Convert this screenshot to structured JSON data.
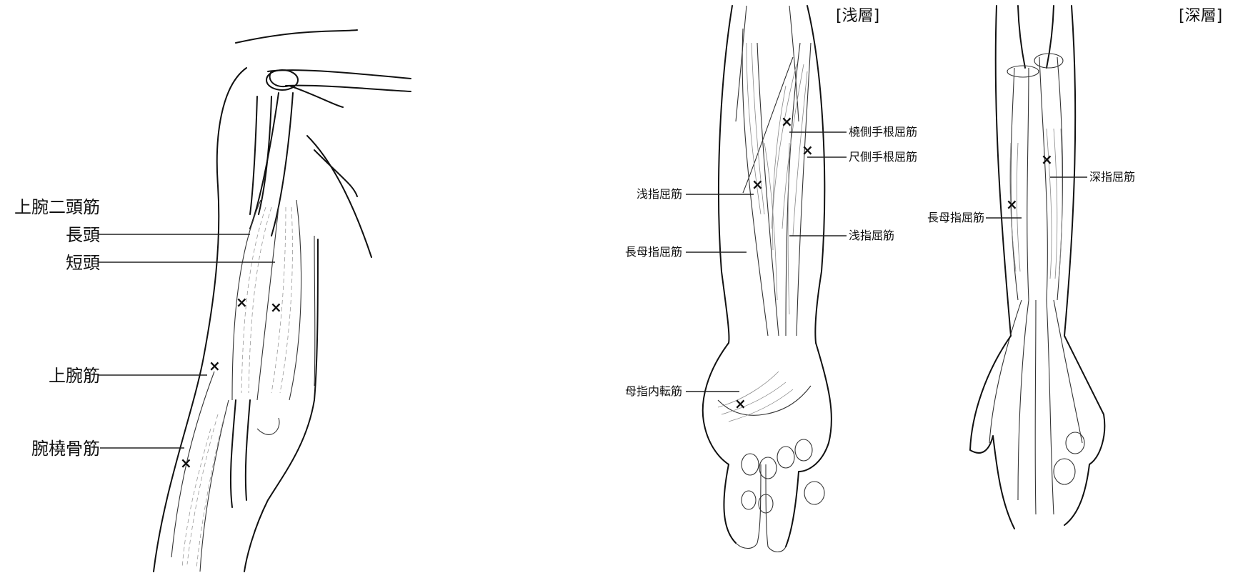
{
  "arm": {
    "labels": {
      "biceps": "上腕二頭筋",
      "long_head": "長頭",
      "short_head": "短頭",
      "brachialis": "上腕筋",
      "brachioradialis": "腕橈骨筋"
    }
  },
  "superficial": {
    "title": "[浅層]",
    "labels": {
      "fcr": "橈側手根屈筋",
      "fcu": "尺側手根屈筋",
      "fds_left": "浅指屈筋",
      "fds_right": "浅指屈筋",
      "fpl": "長母指屈筋",
      "adductor": "母指内転筋"
    }
  },
  "deep": {
    "title": "[深層]",
    "labels": {
      "fdp": "深指屈筋",
      "fpl": "長母指屈筋"
    }
  },
  "marker_symbol": "×",
  "colors": {
    "line": "#111111",
    "fiber": "#888888",
    "background": "#ffffff"
  }
}
